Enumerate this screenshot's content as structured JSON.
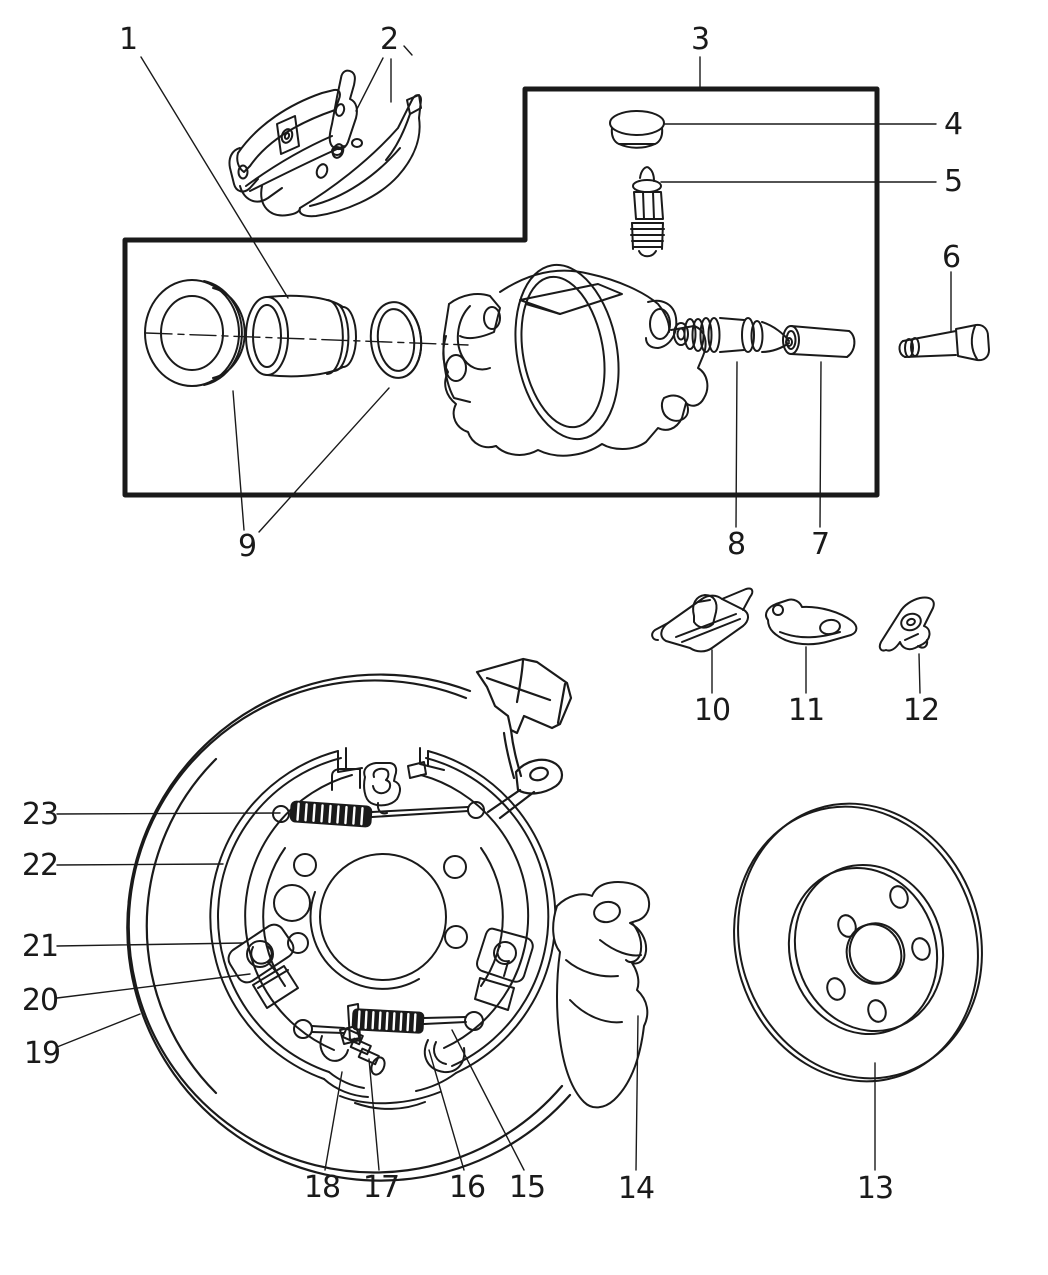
{
  "colors": {
    "background": "#ffffff",
    "ink": "#1a1a1a"
  },
  "callouts": {
    "c1": {
      "label": "1"
    },
    "c2": {
      "label": "2"
    },
    "c3": {
      "label": "3"
    },
    "c4": {
      "label": "4"
    },
    "c5": {
      "label": "5"
    },
    "c6": {
      "label": "6"
    },
    "c7": {
      "label": "7"
    },
    "c8": {
      "label": "8"
    },
    "c9": {
      "label": "9"
    },
    "c10": {
      "label": "10"
    },
    "c11": {
      "label": "11"
    },
    "c12": {
      "label": "12"
    },
    "c13": {
      "label": "13"
    },
    "c14": {
      "label": "14"
    },
    "c15": {
      "label": "15"
    },
    "c16": {
      "label": "16"
    },
    "c17": {
      "label": "17"
    },
    "c18": {
      "label": "18"
    },
    "c19": {
      "label": "19"
    },
    "c20": {
      "label": "20"
    },
    "c21": {
      "label": "21"
    },
    "c22": {
      "label": "22"
    },
    "c23": {
      "label": "23"
    }
  }
}
